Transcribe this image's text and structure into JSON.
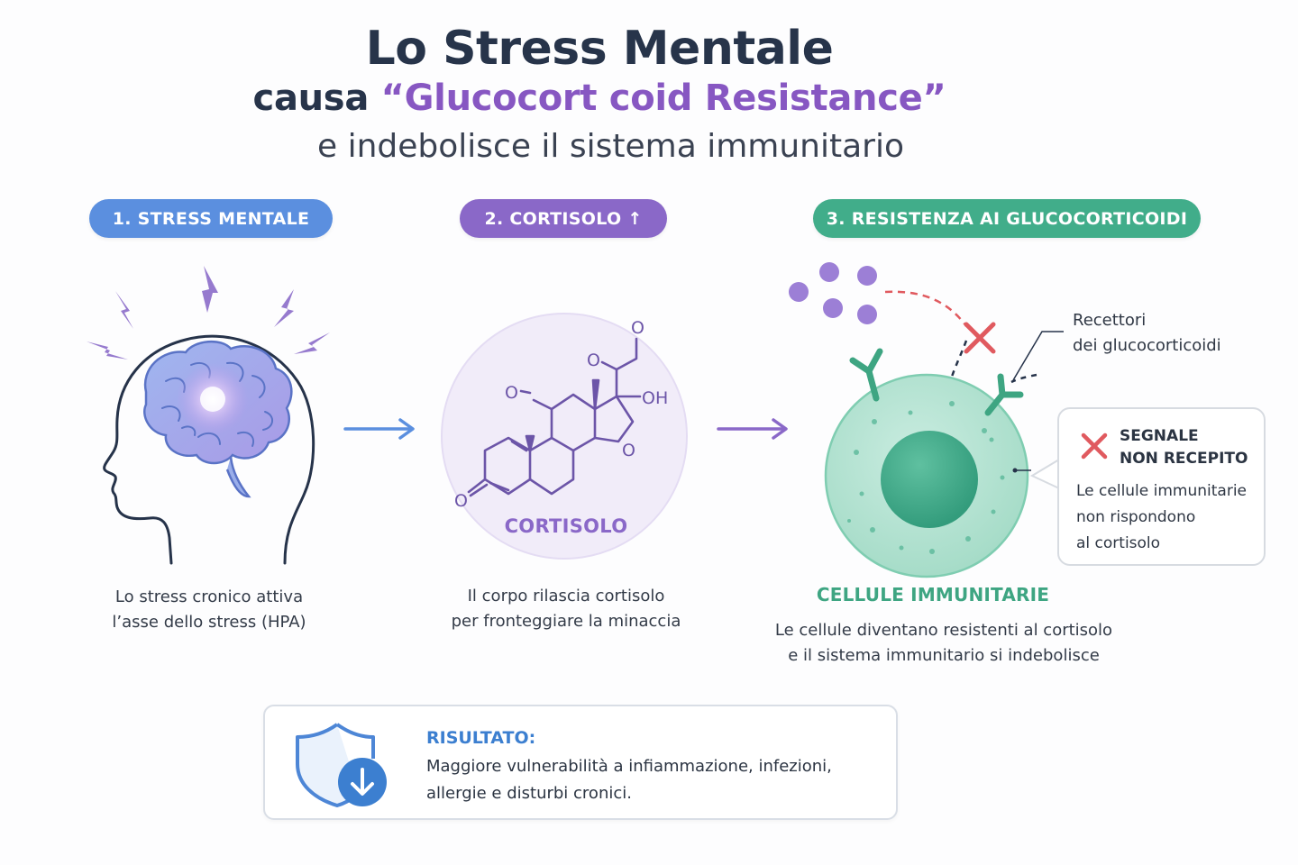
{
  "title": {
    "main": "Lo Stress Mentale",
    "sub_prefix": "causa ",
    "sub_accent": "“Glucocort coid Resistance”",
    "line3": "e indebolisce il sistema immunitario"
  },
  "steps": [
    {
      "label": "1. STRESS MENTALE",
      "color": "#5b8fdf"
    },
    {
      "label": "2. CORTISOLO ↑",
      "color": "#8a68c8"
    },
    {
      "label": "3. RESISTENZA AI GLUCOCORTICOIDI",
      "color": "#41ad8a"
    }
  ],
  "captions": {
    "step1": [
      "Lo stress cronico attiva",
      "l’asse dello stress (HPA)"
    ],
    "step2": [
      "Il corpo rilascia cortisolo",
      "per fronteggiare la minaccia"
    ],
    "step3": [
      "Le cellule diventano resistenti al cortisolo",
      "e il sistema immunitario si indebolisce"
    ]
  },
  "molecule": {
    "name": "CORTISOLO",
    "atoms": {
      "o_top": "O",
      "o_upper": "O",
      "oh": "OH",
      "o_left": "O",
      "o_ring": "O",
      "o_bottom": "O"
    }
  },
  "cells": {
    "label": "CELLULE IMMUNITARIE",
    "receptor_label": [
      "Recettori",
      "dei glucocorticoidi"
    ]
  },
  "signal": {
    "title": [
      "SEGNALE",
      "NON RECEPITO"
    ],
    "text": [
      "Le cellule immunitarie",
      "non rispondono",
      "al cortisolo"
    ]
  },
  "result": {
    "title": "RISULTATO:",
    "text": [
      "Maggiore vulnerabilità a infiammazione, infezioni,",
      "allergie e disturbi cronici."
    ]
  },
  "colors": {
    "blue": "#5b8fdf",
    "purple": "#8a68c8",
    "green": "#41ad8a",
    "red": "#e05a5f",
    "dark": "#27344a"
  },
  "icons": [
    "lightning-icon",
    "brain-icon",
    "arrow-right-icon",
    "cross-icon",
    "shield-icon",
    "download-arrow-icon"
  ]
}
